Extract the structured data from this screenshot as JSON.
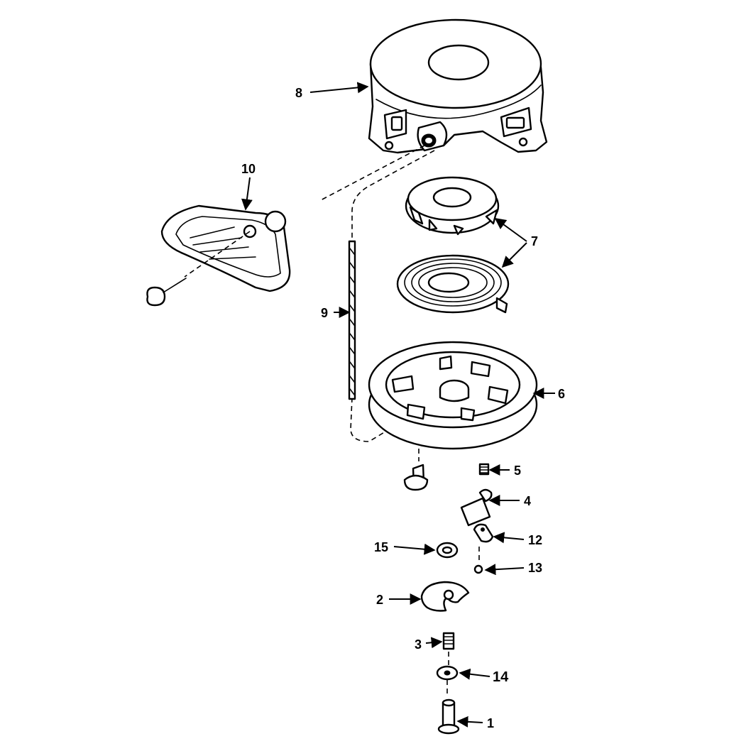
{
  "diagram": {
    "callouts": [
      {
        "id": "1",
        "text": "1"
      },
      {
        "id": "2",
        "text": "2"
      },
      {
        "id": "3",
        "text": "3"
      },
      {
        "id": "4",
        "text": "4"
      },
      {
        "id": "5",
        "text": "5"
      },
      {
        "id": "6",
        "text": "6"
      },
      {
        "id": "7",
        "text": "7"
      },
      {
        "id": "8",
        "text": "8"
      },
      {
        "id": "9",
        "text": "9"
      },
      {
        "id": "10",
        "text": "10"
      },
      {
        "id": "12",
        "text": "12"
      },
      {
        "id": "13",
        "text": "13"
      },
      {
        "id": "14",
        "text": "14"
      },
      {
        "id": "15",
        "text": "15"
      }
    ]
  }
}
